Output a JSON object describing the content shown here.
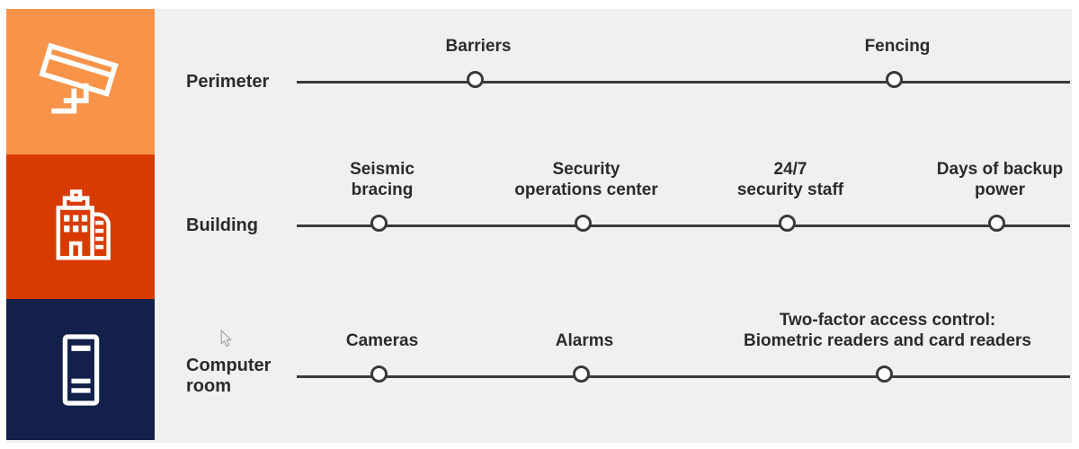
{
  "colors": {
    "page_bg": "#ffffff",
    "panel_bg": "#f0f0f1",
    "timeline_line": "#3a3a3a",
    "text": "#2b2b2b",
    "node_fill": "#ffffff",
    "node_stroke": "#3a3a3a",
    "icon": "#ffffff",
    "block_perimeter": "#f8944a",
    "block_building": "#d83b01",
    "block_computer_room": "#12204a"
  },
  "sidebar": {
    "blocks": [
      {
        "id": "perimeter",
        "icon": "security-camera-icon",
        "color": "#f8944a"
      },
      {
        "id": "building",
        "icon": "building-icon",
        "color": "#d83b01"
      },
      {
        "id": "computer-room",
        "icon": "server-rack-icon",
        "color": "#12204a"
      }
    ]
  },
  "rows": [
    {
      "label": "Perimeter",
      "nodes": [
        {
          "label": "Barriers"
        },
        {
          "label": "Fencing"
        }
      ]
    },
    {
      "label": "Building",
      "nodes": [
        {
          "label": "Seismic\nbracing"
        },
        {
          "label": "Security\noperations center"
        },
        {
          "label": "24/7\nsecurity staff"
        },
        {
          "label": "Days of backup\npower"
        }
      ]
    },
    {
      "label": "Computer\nroom",
      "nodes": [
        {
          "label": "Cameras"
        },
        {
          "label": "Alarms"
        },
        {
          "label": "Two-factor access control:\nBiometric readers and card readers"
        }
      ]
    }
  ]
}
